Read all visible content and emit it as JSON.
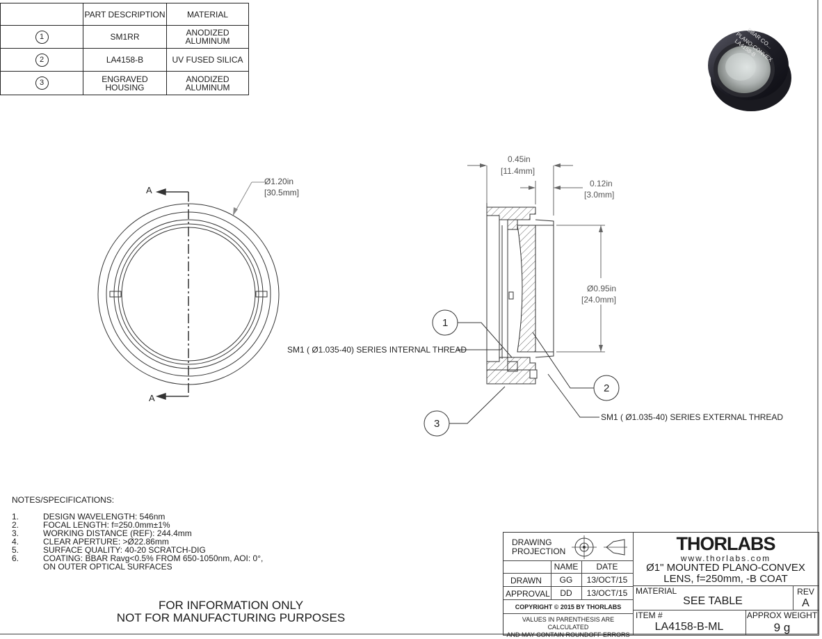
{
  "parts_table": {
    "headers": [
      "",
      "PART DESCRIPTION",
      "MATERIAL"
    ],
    "rows": [
      {
        "num": "1",
        "desc": "SM1RR",
        "material": "ANODIZED ALUMINUM"
      },
      {
        "num": "2",
        "desc": "LA4158-B",
        "material": "UV FUSED SILICA"
      },
      {
        "num": "3",
        "desc": "ENGRAVED HOUSING",
        "material": "ANODIZED ALUMINUM"
      }
    ]
  },
  "front_view": {
    "section_label_top": "A",
    "section_label_bottom": "A",
    "dim_diameter_in": "Ø1.20in",
    "dim_diameter_mm": "[30.5mm]"
  },
  "side_view": {
    "dim_length_in": "0.45in",
    "dim_length_mm": "[11.4mm]",
    "dim_thread_in": "0.12in",
    "dim_thread_mm": "[3.0mm]",
    "dim_aperture_in": "Ø0.95in",
    "dim_aperture_mm": "[24.0mm]",
    "internal_thread": "SM1 ( Ø1.035-40) SERIES INTERNAL THREAD",
    "external_thread": "SM1 ( Ø1.035-40) SERIES EXTERNAL THREAD",
    "balloons": [
      "1",
      "2",
      "3"
    ]
  },
  "product_photo": {
    "engraving_lines": [
      "PLANO-CONVEX",
      "LA4158-B",
      "BBAR CO..."
    ]
  },
  "notes": {
    "title": "NOTES/SPECIFICATIONS:",
    "items": [
      {
        "n": "1.",
        "text": "DESIGN WAVELENGTH: 546nm"
      },
      {
        "n": "2.",
        "text": "FOCAL LENGTH: f=250.0mm±1%"
      },
      {
        "n": "3.",
        "text": "WORKING DISTANCE (REF): 244.4mm"
      },
      {
        "n": "4.",
        "text": "CLEAR APERTURE: >Ø22.86mm"
      },
      {
        "n": "5.",
        "text": "SURFACE QUALITY: 40-20 SCRATCH-DIG"
      },
      {
        "n": "6.",
        "text": "COATING: BBAR Ravg<0.5% FROM 650-1050nm, AOI: 0°,"
      },
      {
        "n": "",
        "text": "ON OUTER OPTICAL SURFACES"
      }
    ]
  },
  "disclaimer": {
    "line1": "FOR INFORMATION ONLY",
    "line2": "NOT FOR MANUFACTURING PURPOSES"
  },
  "title_block": {
    "projection_label_1": "DRAWING",
    "projection_label_2": "PROJECTION",
    "name_header": "NAME",
    "date_header": "DATE",
    "drawn_label": "DRAWN",
    "drawn_name": "GG",
    "drawn_date": "13/OCT/15",
    "approval_label": "APPROVAL",
    "approval_name": "DD",
    "approval_date": "13/OCT/15",
    "copyright": "COPYRIGHT © 2015 BY THORLABS",
    "values_note_1": "VALUES IN PARENTHESIS ARE CALCULATED",
    "values_note_2": "AND MAY CONTAIN ROUNDOFF ERRORS",
    "logo_text": "THORLABS",
    "website": "www.thorlabs.com",
    "title_line1": "Ø1\" MOUNTED PLANO-CONVEX",
    "title_line2": "LENS, f=250mm, -B COAT",
    "material_label": "MATERIAL",
    "material_value": "SEE TABLE",
    "rev_label": "REV",
    "rev_value": "A",
    "item_label": "ITEM #",
    "item_value": "LA4158-B-ML",
    "weight_label": "APPROX WEIGHT",
    "weight_value": "9 g"
  }
}
